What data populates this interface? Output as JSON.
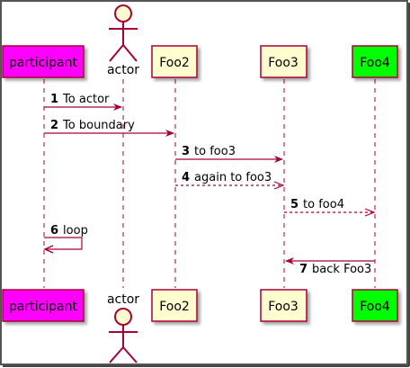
{
  "colors": {
    "line": "#A80036",
    "box_fill": "#FEFECE",
    "participant_fill": "#FF00FF",
    "foo4_fill": "#00FF00",
    "frame": "#555555"
  },
  "participants": [
    {
      "id": "participant",
      "kind": "box",
      "label": "participant"
    },
    {
      "id": "actor",
      "kind": "actor",
      "label": "actor"
    },
    {
      "id": "foo2",
      "kind": "box",
      "label": "Foo2"
    },
    {
      "id": "foo3",
      "kind": "box",
      "label": "Foo3"
    },
    {
      "id": "foo4",
      "kind": "box",
      "label": "Foo4"
    }
  ],
  "messages": [
    {
      "num": "1",
      "text": "To actor",
      "from": "participant",
      "to": "actor",
      "style": "solid"
    },
    {
      "num": "2",
      "text": "To boundary",
      "from": "participant",
      "to": "foo2",
      "style": "solid"
    },
    {
      "num": "3",
      "text": "to foo3",
      "from": "foo2",
      "to": "foo3",
      "style": "solid"
    },
    {
      "num": "4",
      "text": "again to foo3",
      "from": "foo2",
      "to": "foo3",
      "style": "dashed"
    },
    {
      "num": "5",
      "text": "to foo4",
      "from": "foo3",
      "to": "foo4",
      "style": "dashed"
    },
    {
      "num": "6",
      "text": "loop",
      "from": "participant",
      "to": "participant",
      "style": "solid"
    },
    {
      "num": "7",
      "text": "back Foo3",
      "from": "foo4",
      "to": "foo3",
      "style": "solid"
    }
  ]
}
